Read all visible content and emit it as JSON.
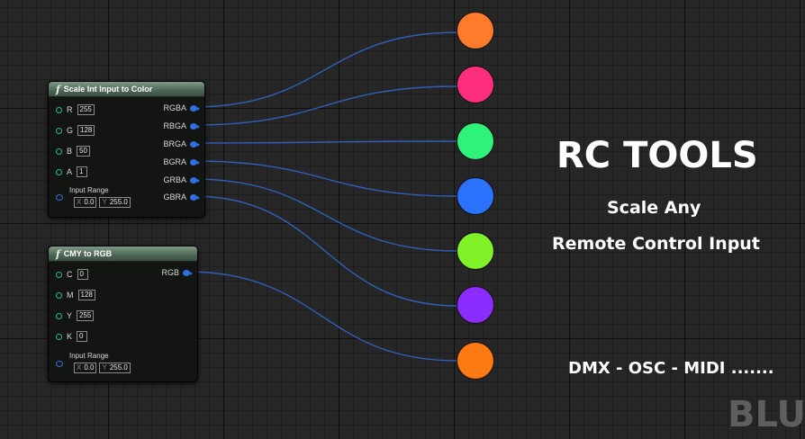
{
  "nodes": {
    "scale": {
      "title": "Scale Int Input to Color",
      "inputs": [
        {
          "label": "R",
          "value": "255"
        },
        {
          "label": "G",
          "value": "128"
        },
        {
          "label": "B",
          "value": "50"
        },
        {
          "label": "A",
          "value": "1"
        }
      ],
      "range_label": "Input Range",
      "range_x_axis": "X",
      "range_x": "0.0",
      "range_y_axis": "Y",
      "range_y": "255.0",
      "outputs": [
        "RGBA",
        "RBGA",
        "BRGA",
        "BGRA",
        "GRBA",
        "GBRA"
      ]
    },
    "cmy": {
      "title": "CMY to RGB",
      "inputs": [
        {
          "label": "C",
          "value": "0"
        },
        {
          "label": "M",
          "value": "128"
        },
        {
          "label": "Y",
          "value": "255"
        },
        {
          "label": "K",
          "value": "0"
        }
      ],
      "range_label": "Input Range",
      "range_x_axis": "X",
      "range_x": "0.0",
      "range_y_axis": "Y",
      "range_y": "255.0",
      "outputs": [
        "RGB"
      ]
    }
  },
  "colors": {
    "circles": [
      "#ff7a2b",
      "#ff2e7c",
      "#2ef27a",
      "#2a72ff",
      "#80f22a",
      "#8a2bff",
      "#ff7a10"
    ],
    "wire": "#2f5fb8",
    "pin_input": "#24b9a0",
    "pin_output": "#2f6fe0"
  },
  "text": {
    "heading": "RC TOOLS",
    "line1": "Scale Any",
    "line2": "Remote Control Input",
    "protocols": "DMX - OSC - MIDI .......",
    "watermark": "BLUI"
  }
}
